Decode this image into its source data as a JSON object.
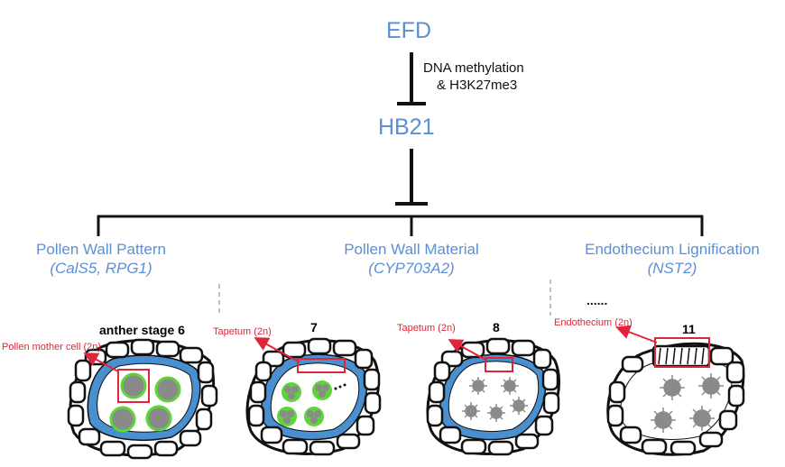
{
  "top_gene": "EFD",
  "regulation_line1": "DNA methylation",
  "regulation_line2": "& H3K27me3",
  "mid_gene": "HB21",
  "categories": [
    {
      "title": "Pollen Wall Pattern",
      "genes": "(CalS5, RPG1)"
    },
    {
      "title": "Pollen Wall Material",
      "genes": "(CYP703A2)"
    },
    {
      "title": "Endothecium Lignification",
      "genes": "(NST2)"
    }
  ],
  "ellipsis": "......",
  "stages": [
    {
      "label": "anther stage 6",
      "cell_label": "Pollen mother cell (2n)"
    },
    {
      "label": "7",
      "cell_label": "Tapetum (2n)"
    },
    {
      "label": "8",
      "cell_label": "Tapetum (2n)"
    },
    {
      "label": "11",
      "cell_label": "Endothecium (2n)"
    }
  ],
  "colors": {
    "gene_text": "#5b8fd6",
    "tapetum_layer": "#4a8fd0",
    "pollen_green": "#5fd33a",
    "pollen_gray": "#8a8a8a",
    "highlight_red": "#e0253a"
  }
}
